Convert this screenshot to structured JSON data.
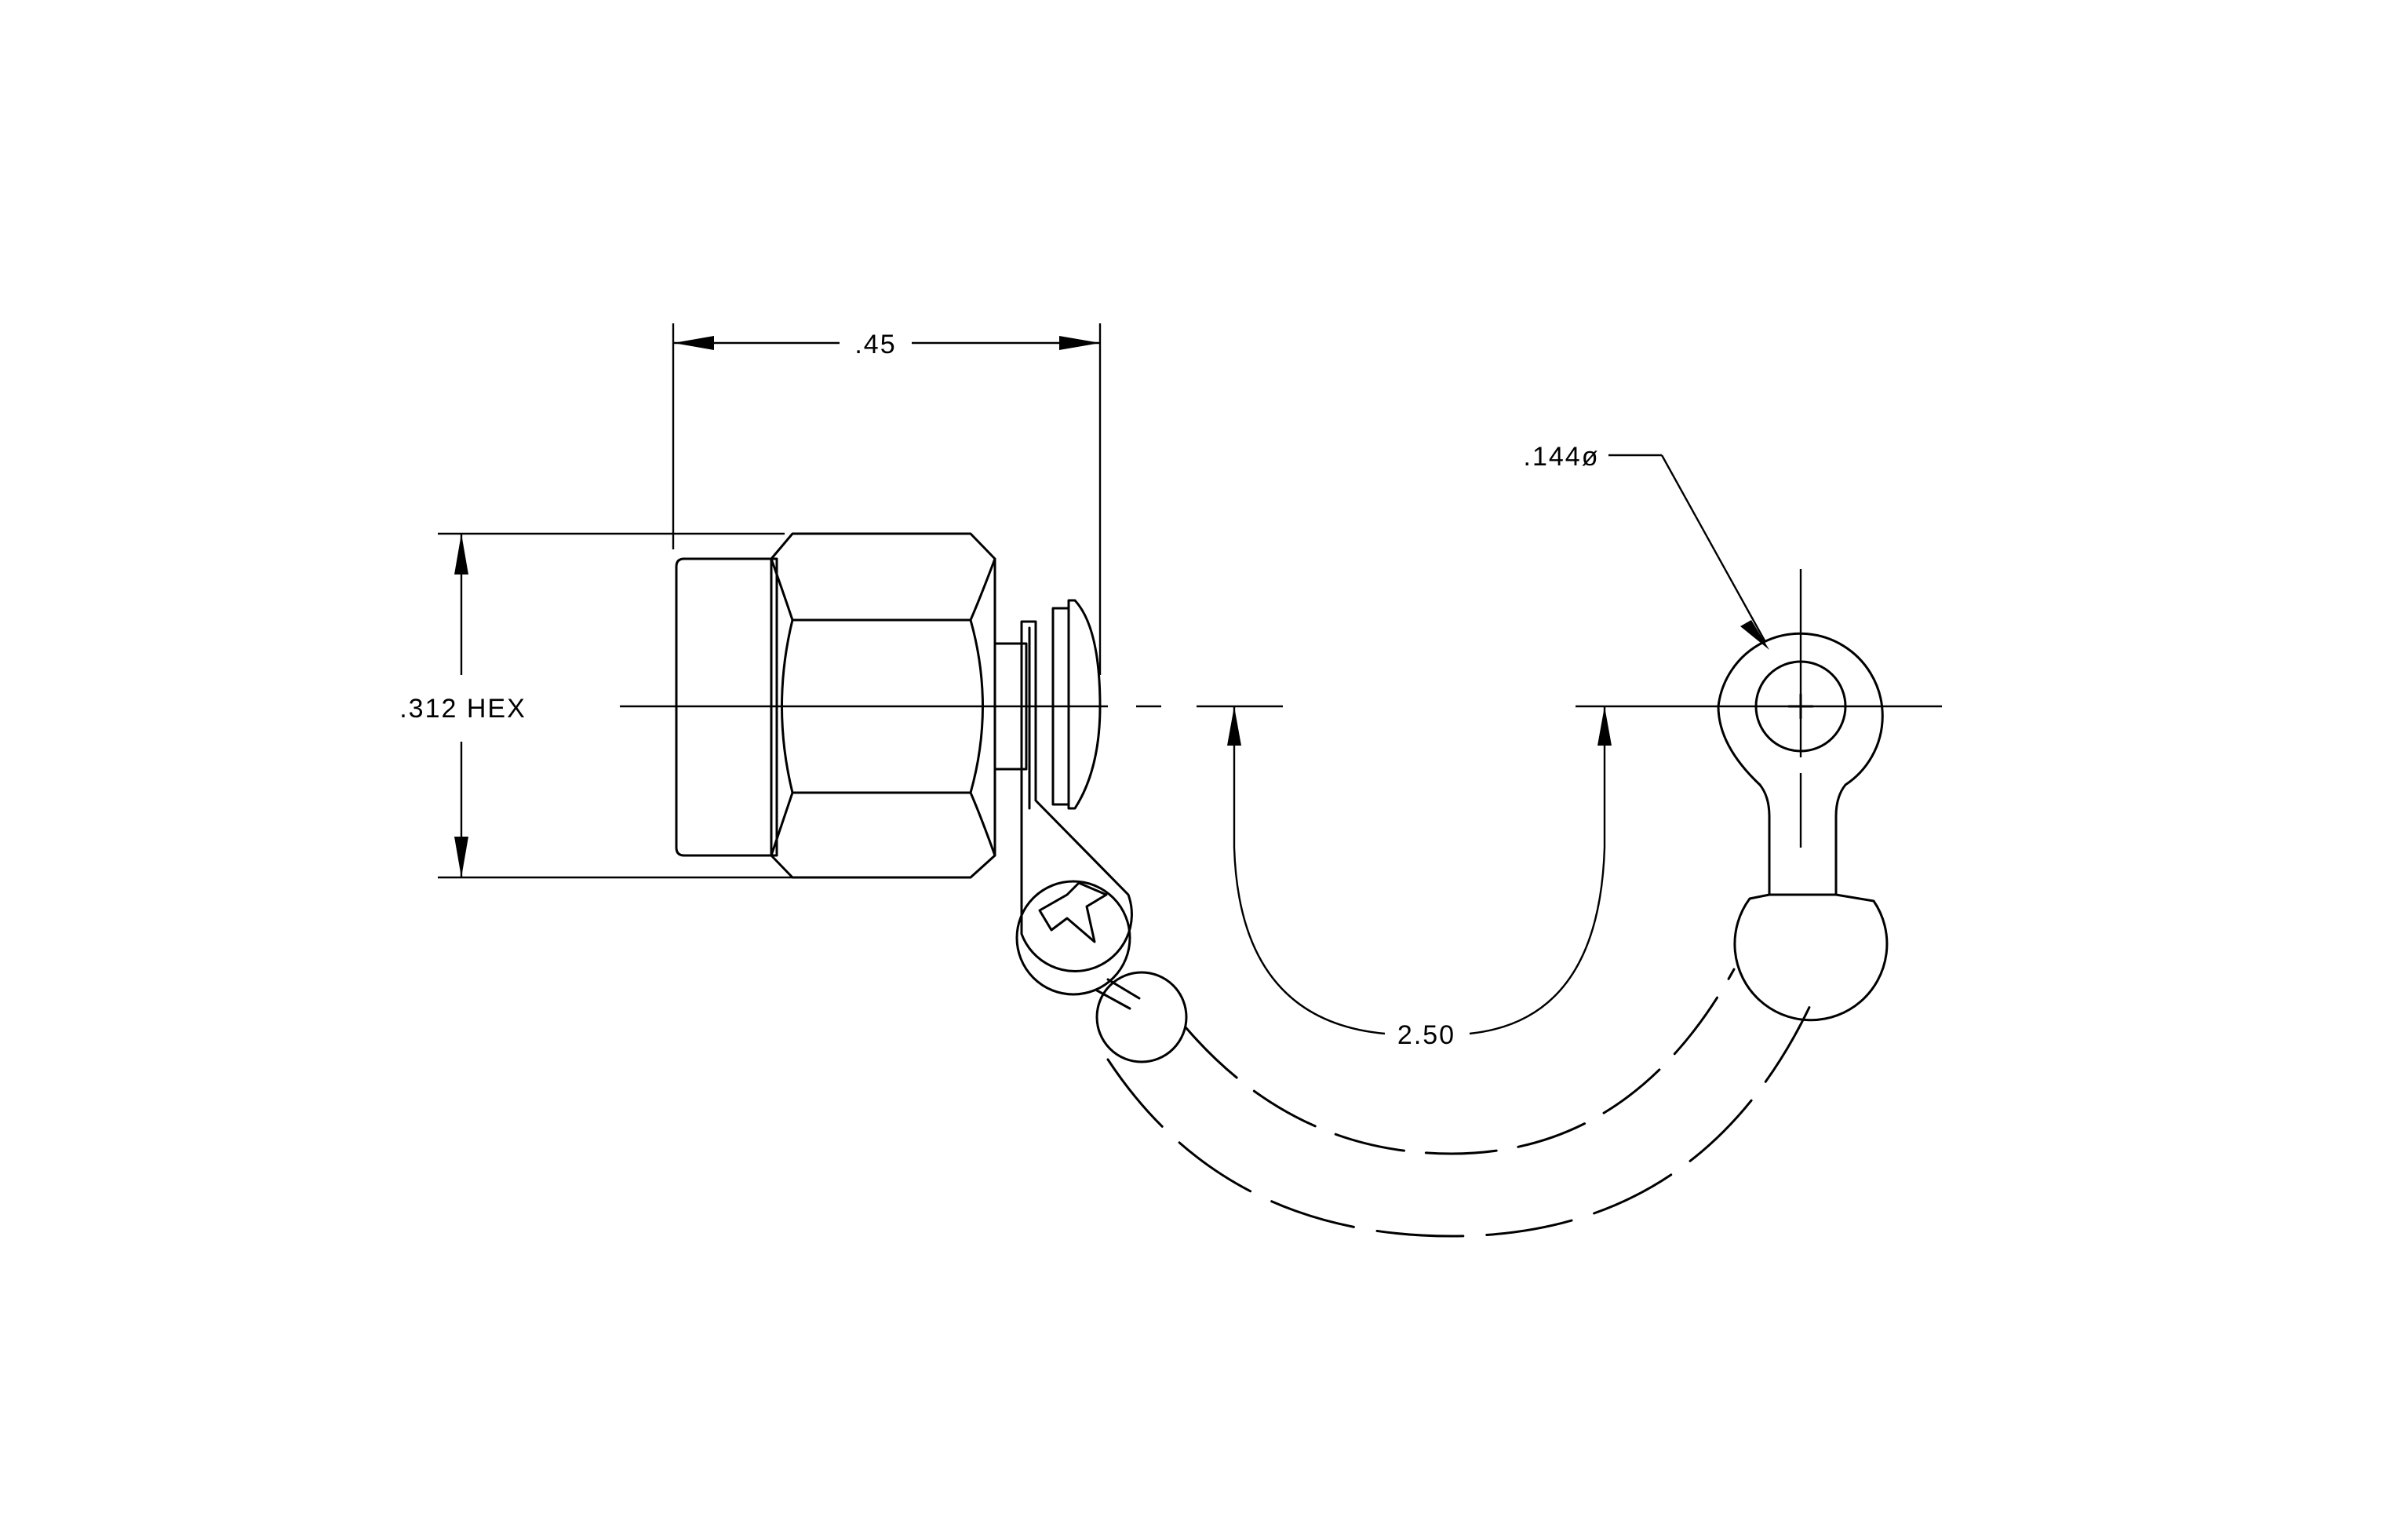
{
  "dimensions": {
    "length": ".45",
    "hex": ".312  HEX",
    "hole": ".144ø",
    "chain": "2.50"
  }
}
